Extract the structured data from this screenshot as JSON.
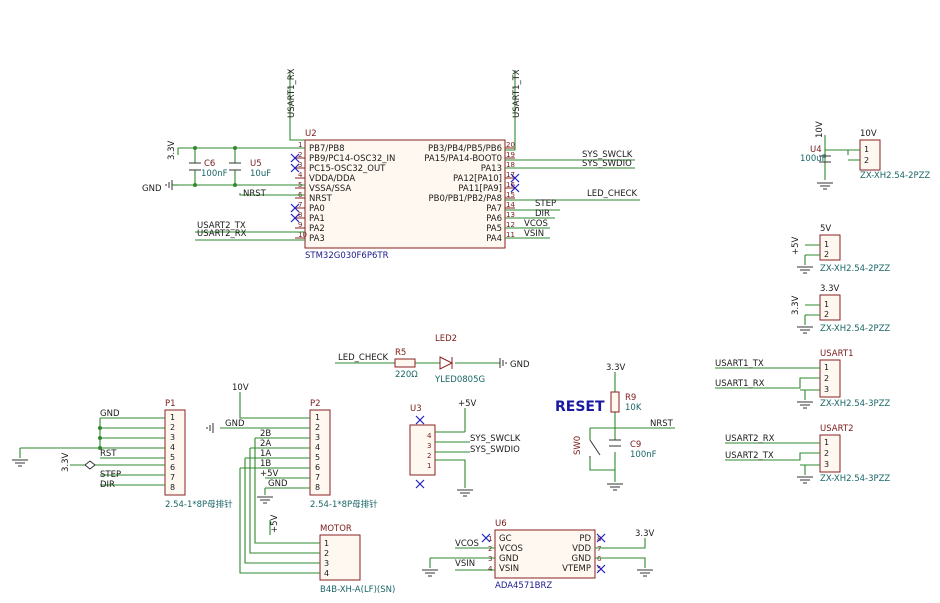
{
  "nets": {
    "usart1_rx": "USART1_RX",
    "usart1_tx": "USART1_TX",
    "usart2_tx": "USART2_TX",
    "usart2_rx": "USART2_RX",
    "nrst": "NRST",
    "gnd": "GND",
    "v33": "3.3V",
    "v5": "5V",
    "v10": "10V",
    "p5v": "+5V",
    "sys_swclk": "SYS_SWCLK",
    "sys_swdio": "SYS_SWDIO",
    "led_check": "LED_CHECK",
    "step": "STEP",
    "dir": "DIR",
    "vcos": "VCOS",
    "vsin": "VSIN",
    "rst": "RST"
  },
  "u2": {
    "ref": "U2",
    "part": "STM32G030F6P6TR",
    "left_pins": [
      {
        "num": "1",
        "name": "PB7/PB8"
      },
      {
        "num": "2",
        "name": "PB9/PC14-OSC32_IN"
      },
      {
        "num": "3",
        "name": "PC15-OSC32_OUT"
      },
      {
        "num": "4",
        "name": "VDDA/DDA"
      },
      {
        "num": "5",
        "name": "VSSA/SSA"
      },
      {
        "num": "6",
        "name": "NRST"
      },
      {
        "num": "7",
        "name": "PA0"
      },
      {
        "num": "8",
        "name": "PA1"
      },
      {
        "num": "9",
        "name": "PA2"
      },
      {
        "num": "10",
        "name": "PA3"
      }
    ],
    "right_pins": [
      {
        "num": "20",
        "name": "PB3/PB4/PB5/PB6"
      },
      {
        "num": "19",
        "name": "PA15/PA14-BOOT0"
      },
      {
        "num": "18",
        "name": "PA13"
      },
      {
        "num": "17",
        "name": "PA12[PA10]"
      },
      {
        "num": "16",
        "name": "PA11[PA9]"
      },
      {
        "num": "15",
        "name": "PB0/PB1/PB2/PA8"
      },
      {
        "num": "14",
        "name": "PA7"
      },
      {
        "num": "13",
        "name": "PA6"
      },
      {
        "num": "12",
        "name": "PA5"
      },
      {
        "num": "11",
        "name": "PA4"
      }
    ]
  },
  "c6": {
    "ref": "C6",
    "value": "100nF"
  },
  "u5": {
    "ref": "U5",
    "value": "10uF"
  },
  "u4": {
    "ref": "U4",
    "value": "100uF"
  },
  "r5": {
    "ref": "R5",
    "value": "220Ω"
  },
  "led2": {
    "ref": "LED2",
    "value": "YLED0805G"
  },
  "r9": {
    "ref": "R9",
    "value": "10K"
  },
  "c9": {
    "ref": "C9",
    "value": "100nF"
  },
  "sw0": {
    "ref": "SW0"
  },
  "reset_label": "RESET",
  "connectors": {
    "pwr10": {
      "ref": "",
      "net": "10V",
      "part": "ZX-XH2.54-2PZZ"
    },
    "pwr5": {
      "ref": "",
      "net": "5V",
      "part": "ZX-XH2.54-2PZZ"
    },
    "pwr33": {
      "ref": "",
      "net": "3.3V",
      "part": "ZX-XH2.54-2PZZ"
    },
    "usart1": {
      "ref": "USART1",
      "part": "ZX-XH2.54-3PZZ"
    },
    "usart2": {
      "ref": "USART2",
      "part": "ZX-XH2.54-3PZZ"
    }
  },
  "p1": {
    "ref": "P1",
    "part": "2.54-1*8P母排针"
  },
  "p2": {
    "ref": "P2",
    "part": "2.54-1*8P母排针"
  },
  "p2_nets": [
    "10V",
    "GND",
    "2B",
    "2A",
    "1A",
    "1B",
    "+5V",
    "GND"
  ],
  "u3": {
    "ref": "U3"
  },
  "motor": {
    "ref": "MOTOR",
    "part": "B4B-XH-A(LF)(SN)"
  },
  "u6": {
    "ref": "U6",
    "part": "ADA4571BRZ",
    "left_pins": [
      {
        "num": "1",
        "name": "GC"
      },
      {
        "num": "2",
        "name": "VCOS"
      },
      {
        "num": "3",
        "name": "GND"
      },
      {
        "num": "4",
        "name": "VSIN"
      }
    ],
    "right_pins": [
      {
        "num": "8",
        "name": "PD"
      },
      {
        "num": "7",
        "name": "VDD"
      },
      {
        "num": "6",
        "name": "GND"
      },
      {
        "num": "5",
        "name": "VTEMP"
      }
    ]
  }
}
